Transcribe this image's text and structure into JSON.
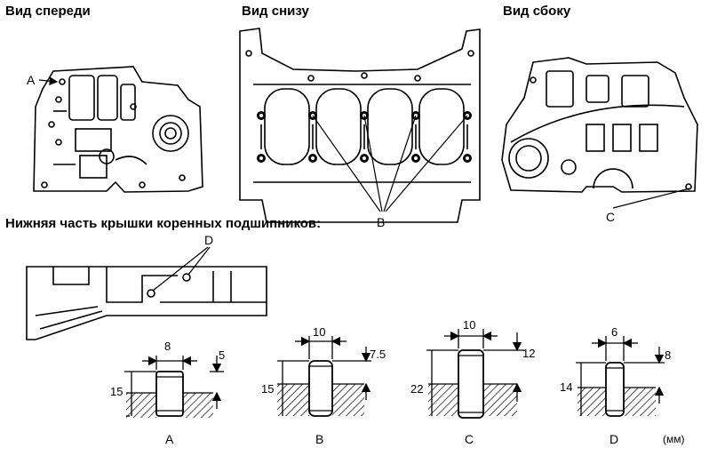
{
  "views": {
    "front": "Вид спереди",
    "bottom": "Вид снизу",
    "side": "Вид сбоку"
  },
  "lower_cover_title": "Нижняя часть крышки коренных подшипников:",
  "callouts": {
    "a": "A",
    "b": "B",
    "c": "C",
    "d": "D"
  },
  "pins": [
    {
      "id": "A",
      "diameter": "8",
      "protrusion": "5",
      "depth": "15"
    },
    {
      "id": "B",
      "diameter": "10",
      "protrusion": "7.5",
      "depth": "15"
    },
    {
      "id": "C",
      "diameter": "10",
      "protrusion": "12",
      "depth": "22"
    },
    {
      "id": "D",
      "diameter": "6",
      "protrusion": "8",
      "depth": "14"
    }
  ],
  "unit": "(мм)"
}
